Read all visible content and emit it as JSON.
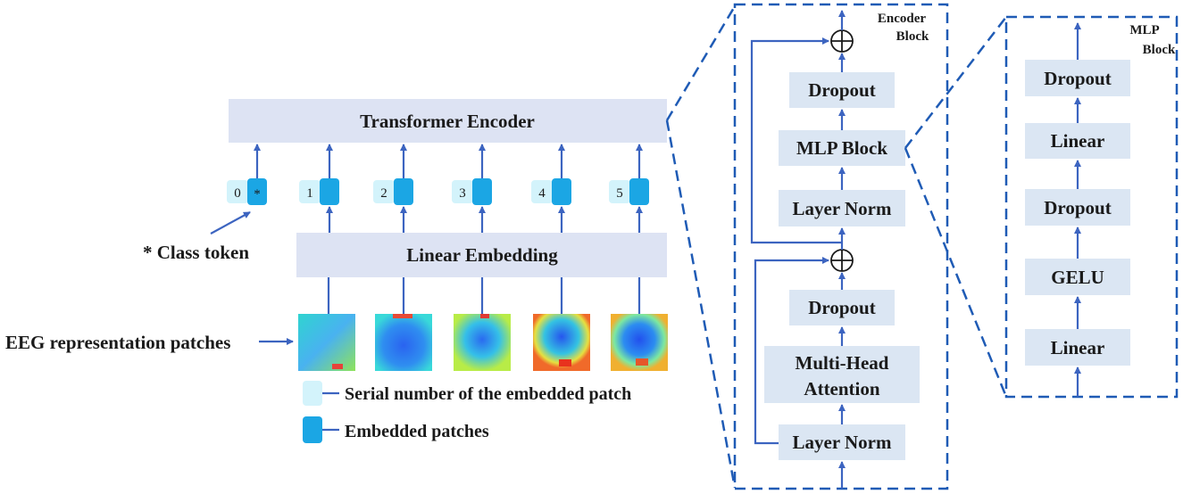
{
  "colors": {
    "box_fill": "#dde3f3",
    "enc_box_fill": "#dbe6f3",
    "line": "#3c64c0",
    "dash": "#1f5bb5",
    "serial_fill": "#d3f3fb",
    "patch_fill": "#1ba6e4"
  },
  "main": {
    "transformer_encoder": "Transformer Encoder",
    "linear_embedding": "Linear Embedding",
    "class_token_label": "* Class token",
    "eeg_label": "EEG representation patches",
    "tokens": [
      {
        "num": "0",
        "mark": "*"
      },
      {
        "num": "1",
        "mark": ""
      },
      {
        "num": "2",
        "mark": ""
      },
      {
        "num": "3",
        "mark": ""
      },
      {
        "num": "4",
        "mark": ""
      },
      {
        "num": "5",
        "mark": ""
      }
    ]
  },
  "legend": {
    "serial": "Serial number of the embedded patch",
    "embedded": "Embedded patches"
  },
  "encoder_block": {
    "title_line1": "Encoder",
    "title_line2": "Block",
    "dropout_top": "Dropout",
    "mlp_block": "MLP Block",
    "layer_norm_top": "Layer Norm",
    "dropout_bottom": "Dropout",
    "mha_line1": "Multi-Head",
    "mha_line2": "Attention",
    "layer_norm_bottom": "Layer Norm"
  },
  "mlp_block": {
    "title_line1": "MLP",
    "title_line2": "Block",
    "dropout_top": "Dropout",
    "linear_top": "Linear",
    "dropout_mid": "Dropout",
    "gelu": "GELU",
    "linear_bottom": "Linear"
  }
}
